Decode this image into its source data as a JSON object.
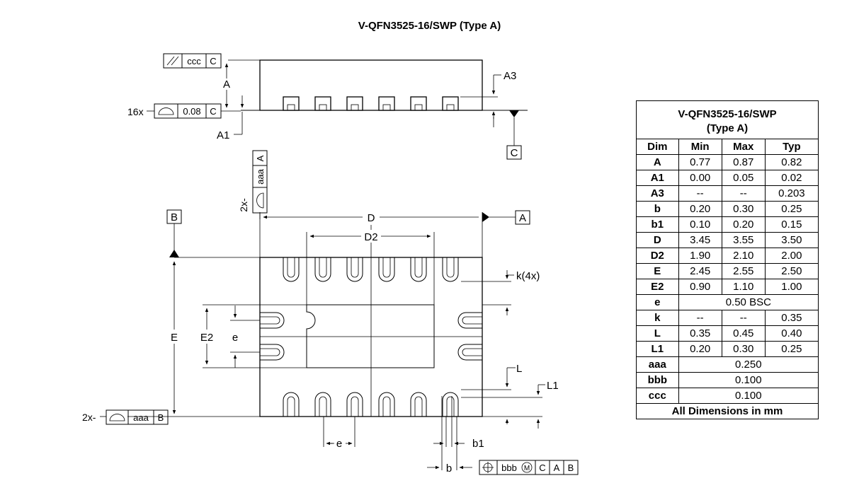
{
  "title": "V-QFN3525-16/SWP (Type A)",
  "side_view": {
    "fcf_top": {
      "symbol": "//",
      "tolerance": "ccc",
      "datum": "C"
    },
    "fcf_coplanarity": {
      "prefix": "16x",
      "tolerance": "0.08",
      "datum": "C"
    },
    "label_A": "A",
    "label_A1": "A1",
    "label_A3": "A3",
    "datum_C": "C"
  },
  "bottom_view": {
    "datum_A": "A",
    "datum_B": "B",
    "label_D": "D",
    "label_D2": "D2",
    "label_E": "E",
    "label_E2": "E2",
    "label_e_left": "e",
    "label_e_bottom": "e",
    "label_k": "k(4x)",
    "label_L": "L",
    "label_L1": "L1",
    "label_b": "b",
    "label_b1": "b1",
    "fcf_vertical": {
      "prefix": "2x-",
      "tolerance": "aaa",
      "datum": "A"
    },
    "fcf_bottom": {
      "prefix": "2x-",
      "tolerance": "aaa",
      "datum": "B"
    },
    "fcf_position": {
      "tolerance": "bbb",
      "modifier": "M",
      "datums": [
        "C",
        "A",
        "B"
      ]
    }
  },
  "table": {
    "title_line1": "V-QFN3525-16/SWP",
    "title_line2": "(Type A)",
    "headers": [
      "Dim",
      "Min",
      "Max",
      "Typ"
    ],
    "rows": [
      [
        "A",
        "0.77",
        "0.87",
        "0.82"
      ],
      [
        "A1",
        "0.00",
        "0.05",
        "0.02"
      ],
      [
        "A3",
        "--",
        "--",
        "0.203"
      ],
      [
        "b",
        "0.20",
        "0.30",
        "0.25"
      ],
      [
        "b1",
        "0.10",
        "0.20",
        "0.15"
      ],
      [
        "D",
        "3.45",
        "3.55",
        "3.50"
      ],
      [
        "D2",
        "1.90",
        "2.10",
        "2.00"
      ],
      [
        "E",
        "2.45",
        "2.55",
        "2.50"
      ],
      [
        "E2",
        "0.90",
        "1.10",
        "1.00"
      ],
      [
        "e",
        "0.50 BSC"
      ],
      [
        "k",
        "--",
        "--",
        "0.35"
      ],
      [
        "L",
        "0.35",
        "0.45",
        "0.40"
      ],
      [
        "L1",
        "0.20",
        "0.30",
        "0.25"
      ],
      [
        "aaa",
        "0.250"
      ],
      [
        "bbb",
        "0.100"
      ],
      [
        "ccc",
        "0.100"
      ]
    ],
    "footer": "All Dimensions in mm"
  }
}
